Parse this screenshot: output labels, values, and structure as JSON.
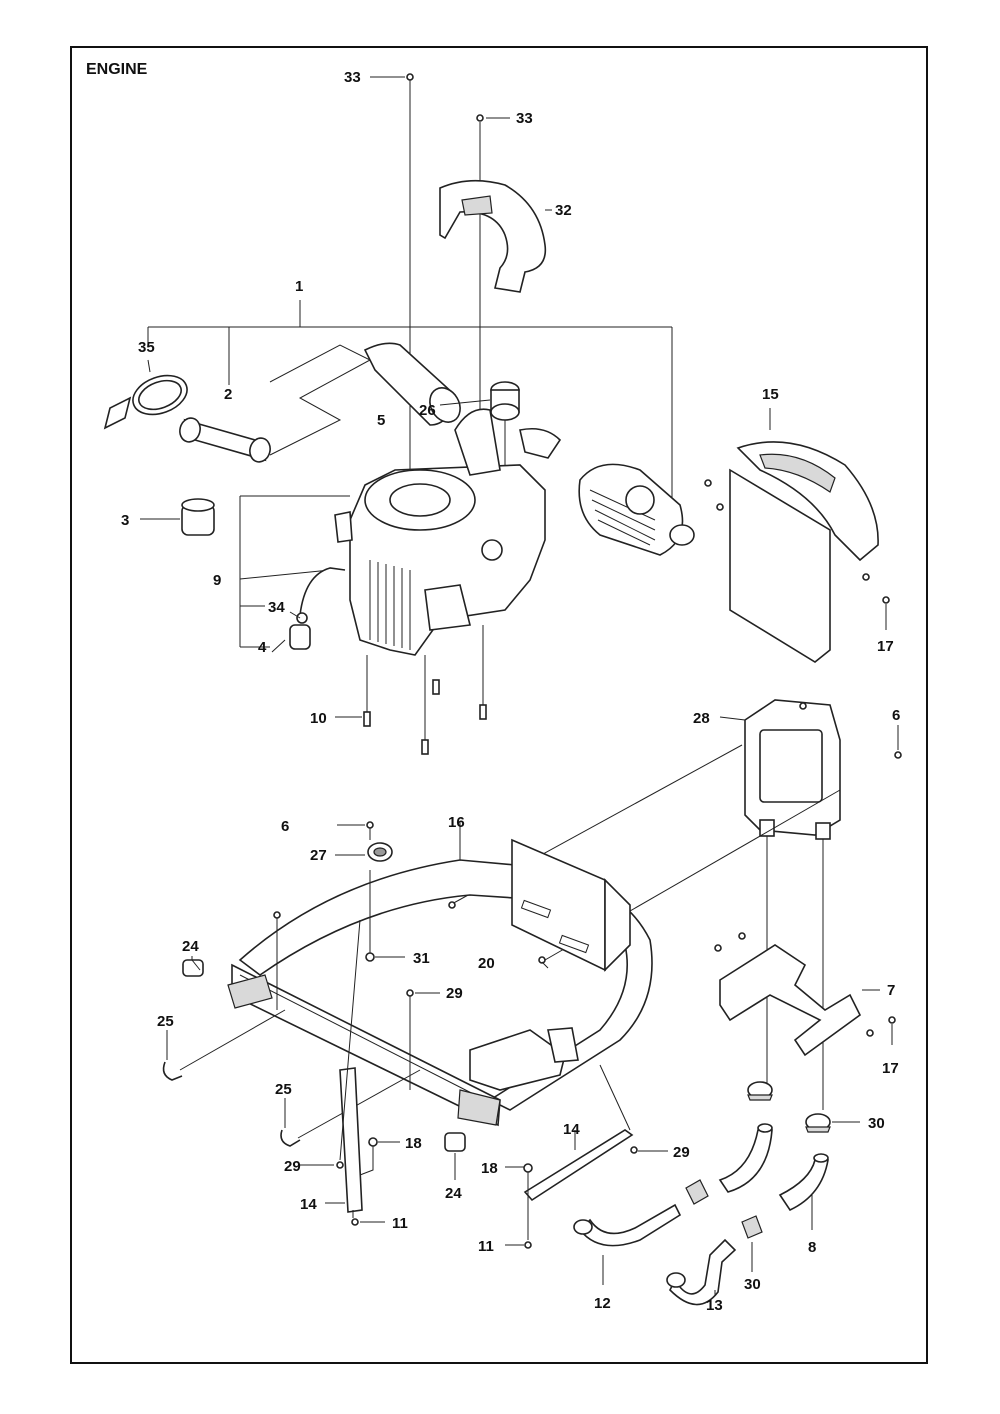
{
  "title": "ENGINE",
  "callouts": {
    "c33a": "33",
    "c33b": "33",
    "c32": "32",
    "c1": "1",
    "c35": "35",
    "c2": "2",
    "c5": "5",
    "c26": "26",
    "c15": "15",
    "c3": "3",
    "c9": "9",
    "c34": "34",
    "c4": "4",
    "c17a": "17",
    "c10": "10",
    "c28": "28",
    "c6a": "6",
    "c6b": "6",
    "c16": "16",
    "c27": "27",
    "c31": "31",
    "c20": "20",
    "c24a": "24",
    "c29a": "29",
    "c7": "7",
    "c25a": "25",
    "c17b": "17",
    "c25b": "25",
    "c30a": "30",
    "c18a": "18",
    "c14a": "14",
    "c29b": "29",
    "c29c": "29",
    "c24b": "24",
    "c18b": "18",
    "c14b": "14",
    "c8": "8",
    "c11a": "11",
    "c11b": "11",
    "c12": "12",
    "c13": "13",
    "c30b": "30"
  }
}
